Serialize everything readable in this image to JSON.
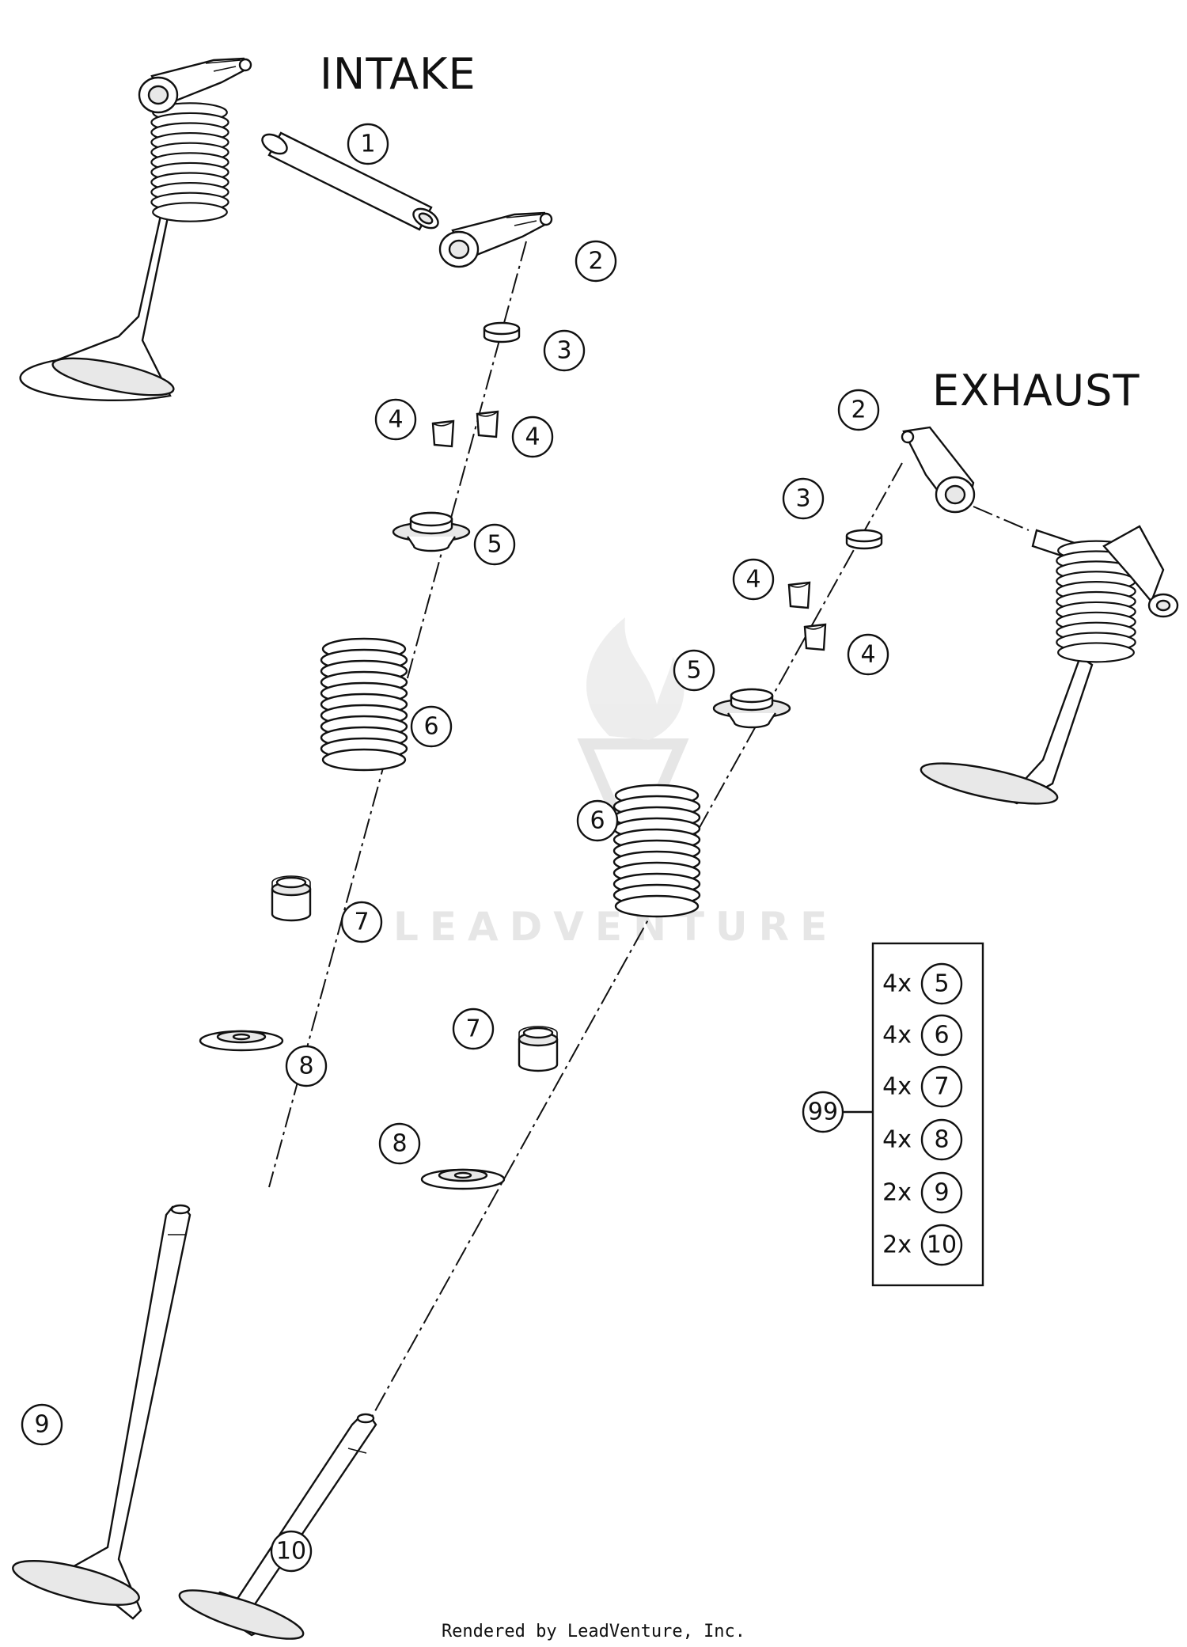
{
  "headings": {
    "intake": "INTAKE",
    "exhaust": "EXHAUST"
  },
  "callouts": {
    "intake": [
      "1",
      "2",
      "3",
      "4",
      "4",
      "5",
      "6",
      "7",
      "8",
      "9",
      "10"
    ],
    "exhaust": [
      "2",
      "3",
      "4",
      "4",
      "5",
      "6",
      "7",
      "8"
    ]
  },
  "kit": {
    "ref": "99",
    "rows": [
      {
        "qty": "4x",
        "part": "5"
      },
      {
        "qty": "4x",
        "part": "6"
      },
      {
        "qty": "4x",
        "part": "7"
      },
      {
        "qty": "4x",
        "part": "8"
      },
      {
        "qty": "2x",
        "part": "9"
      },
      {
        "qty": "2x",
        "part": "10"
      }
    ]
  },
  "watermark": "LEADVENTURE",
  "footer": "Rendered by LeadVenture, Inc."
}
